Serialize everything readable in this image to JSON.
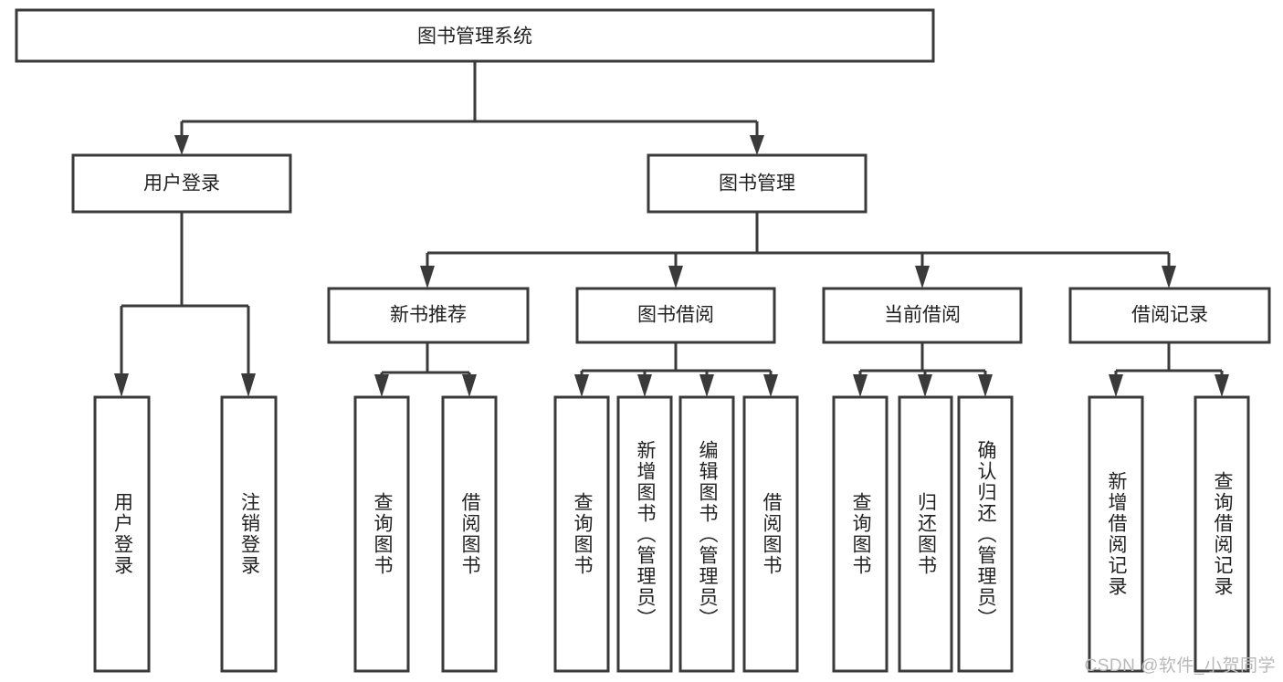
{
  "diagram": {
    "title": "图书管理系统",
    "watermark": "CSDN @软件_小贺同学",
    "colors": {
      "stroke": "#3a3a3a",
      "fill": "#ffffff",
      "text": "#222222",
      "watermark": "#b9b9b9"
    },
    "root": {
      "label": "图书管理系统"
    },
    "level2": [
      {
        "label": "用户登录"
      },
      {
        "label": "图书管理"
      }
    ],
    "level3": [
      {
        "label": "新书推荐"
      },
      {
        "label": "图书借阅"
      },
      {
        "label": "当前借阅"
      },
      {
        "label": "借阅记录"
      }
    ],
    "leaves": {
      "user_login": [
        {
          "label": "用户登录"
        },
        {
          "label": "注销登录"
        }
      ],
      "new_book_recommend": [
        {
          "label": "查询图书"
        },
        {
          "label": "借阅图书"
        }
      ],
      "book_borrow": [
        {
          "label": "查询图书"
        },
        {
          "label": "新增图书（管理员）"
        },
        {
          "label": "编辑图书（管理员）"
        },
        {
          "label": "借阅图书"
        }
      ],
      "current_borrow": [
        {
          "label": "查询图书"
        },
        {
          "label": "归还图书"
        },
        {
          "label": "确认归还（管理员）"
        }
      ],
      "borrow_record": [
        {
          "label": "新增借阅记录"
        },
        {
          "label": "查询借阅记录"
        }
      ]
    }
  }
}
